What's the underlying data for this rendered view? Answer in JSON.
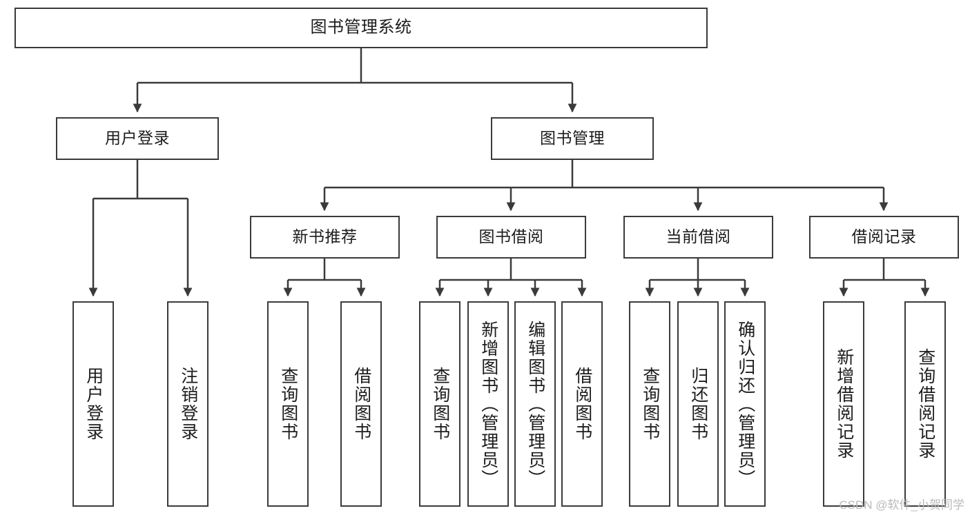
{
  "diagram": {
    "title": "图书管理系统",
    "stroke_color": "#3a3a3a",
    "fill_color": "#ffffff",
    "text_color": "#1c1c1c",
    "root": {
      "label": "图书管理系统"
    },
    "level2": [
      {
        "label": "用户登录"
      },
      {
        "label": "图书管理"
      }
    ],
    "level3": [
      {
        "label": "新书推荐"
      },
      {
        "label": "图书借阅"
      },
      {
        "label": "当前借阅"
      },
      {
        "label": "借阅记录"
      }
    ],
    "leaves": {
      "user_login": [
        {
          "label": "用户登录"
        },
        {
          "label": "注销登录"
        }
      ],
      "new_book_recommend": [
        {
          "label": "查询图书"
        },
        {
          "label": "借阅图书"
        }
      ],
      "book_borrow": [
        {
          "label": "查询图书"
        },
        {
          "label": "新增图书（管理员）"
        },
        {
          "label": "编辑图书（管理员）"
        },
        {
          "label": "借阅图书"
        }
      ],
      "current_borrow": [
        {
          "label": "查询图书"
        },
        {
          "label": "归还图书"
        },
        {
          "label": "确认归还（管理员）"
        }
      ],
      "borrow_record": [
        {
          "label": "新增借阅记录"
        },
        {
          "label": "查询借阅记录"
        }
      ]
    }
  },
  "watermark": {
    "text": "CSDN @软件_小贺同学"
  }
}
